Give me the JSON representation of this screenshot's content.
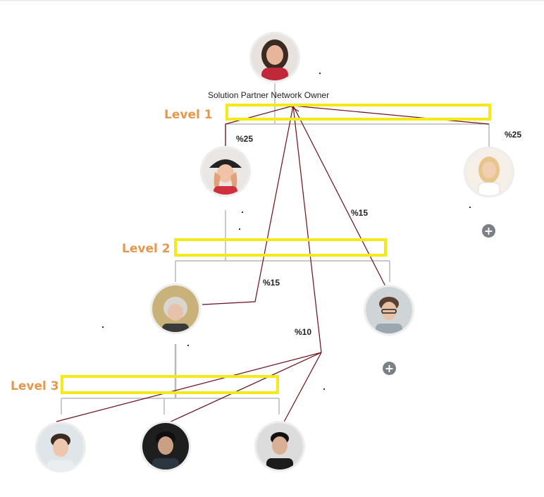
{
  "diagram": {
    "owner_title": "Solution Partner Network Owner",
    "levels": [
      {
        "label": "Level 1"
      },
      {
        "label": "Level 2"
      },
      {
        "label": "Level 3"
      }
    ],
    "percentages": [
      "%25",
      "%25",
      "%15",
      "%15",
      "%10"
    ],
    "colors": {
      "level_label": "#e8974a",
      "level_box": "#f5ea18",
      "tree_connector": "#b9b9b9",
      "commission_line": "#6b0f1a"
    }
  }
}
